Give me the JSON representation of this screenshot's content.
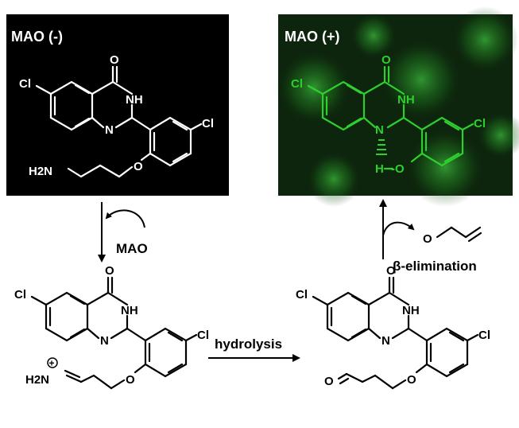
{
  "panels": {
    "left_title": "MAO (-)",
    "right_title": "MAO (+)"
  },
  "arrows": {
    "mao_label": "MAO",
    "hydrolysis_label": "hydrolysis",
    "elimination_label": "β-elimination"
  },
  "atoms": {
    "O": "O",
    "H": "H",
    "N": "N",
    "NH": "NH",
    "Cl": "Cl",
    "H2N": "H2N",
    "OH_frag": "-O",
    "plus": "+"
  },
  "colors": {
    "panel_left_bg": "#000000",
    "panel_right_bg": "#0d240d",
    "fluorescence": "#2ecf2e",
    "text_light": "#ffffff",
    "text_dark": "#000000"
  }
}
